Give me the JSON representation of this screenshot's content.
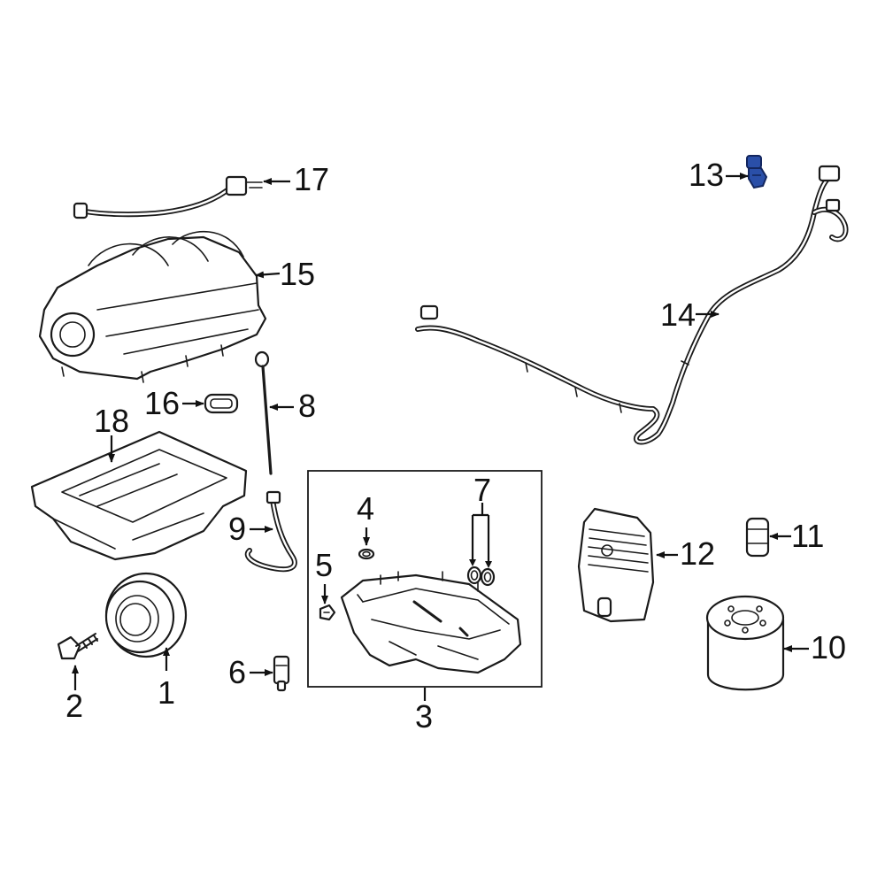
{
  "callouts": {
    "c1": "1",
    "c2": "2",
    "c3": "3",
    "c4": "4",
    "c5": "5",
    "c6": "6",
    "c7": "7",
    "c8": "8",
    "c9": "9",
    "c10": "10",
    "c11": "11",
    "c12": "12",
    "c13": "13",
    "c14": "14",
    "c15": "15",
    "c16": "16",
    "c17": "17",
    "c18": "18"
  },
  "colors": {
    "line": "#1a1a1a",
    "highlight": "#2a4fa8",
    "highlight_dark": "#13265e",
    "background": "#ffffff"
  },
  "highlighted_part": "13"
}
